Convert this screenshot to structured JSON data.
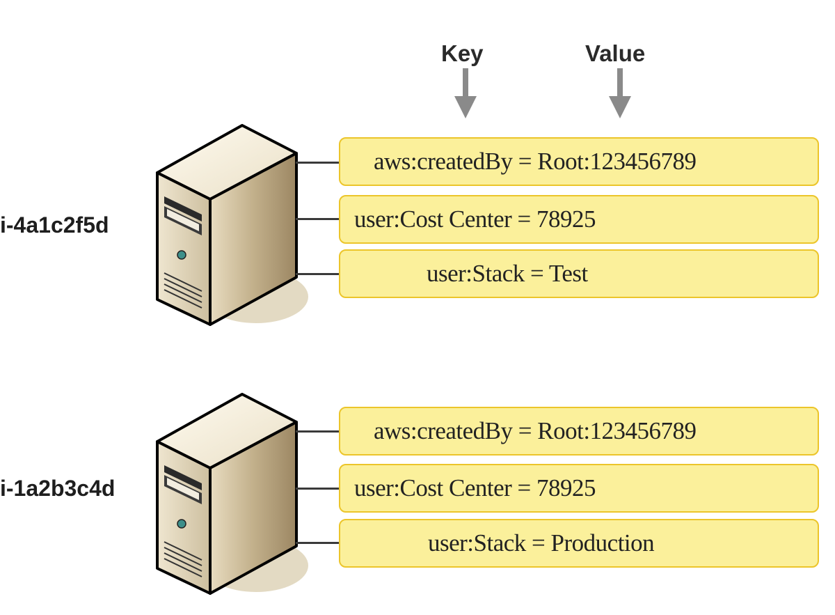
{
  "headers": {
    "key": "Key",
    "value": "Value"
  },
  "instances": [
    {
      "id": "i-4a1c2f5d",
      "tags": [
        "aws:createdBy = Root:123456789",
        "user:Cost Center = 78925",
        "user:Stack = Test"
      ]
    },
    {
      "id": "i-1a2b3c4d",
      "tags": [
        "aws:createdBy = Root:123456789",
        "user:Cost Center = 78925",
        "user:Stack = Production"
      ]
    }
  ],
  "colors": {
    "tag_fill": "#fbf09b",
    "tag_border": "#ecc52a",
    "arrow": "#8a8a8a"
  },
  "icons": [
    "server-icon",
    "arrow-down-icon"
  ]
}
